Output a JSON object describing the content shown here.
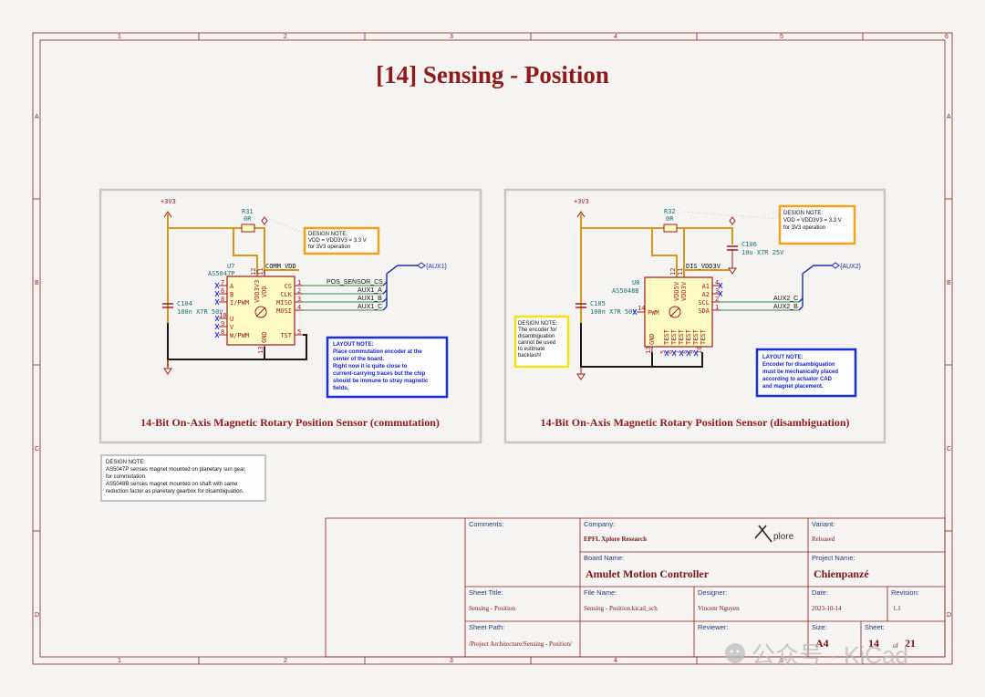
{
  "sheet": {
    "title": "[14] Sensing - Position",
    "col_ticks": [
      "1",
      "2",
      "3",
      "4",
      "5",
      "6"
    ],
    "row_ticks": [
      "A",
      "B",
      "C",
      "D"
    ]
  },
  "left_panel": {
    "caption": "14-Bit On-Axis Magnetic Rotary Position Sensor (commutation)",
    "power": "+3V3",
    "resistor": {
      "ref": "R31",
      "value": "0R"
    },
    "cap": {
      "ref": "C104",
      "value": "100n X7R 50V"
    },
    "net_vdd": "COMM_VDD",
    "ic": {
      "ref": "U7",
      "part": "AS5047P",
      "left_pins": [
        {
          "num": "7",
          "name": "A"
        },
        {
          "num": "6",
          "name": "B"
        },
        {
          "num": "8",
          "name": "I/PWM"
        },
        {
          "num": "10",
          "name": "U"
        },
        {
          "num": "9",
          "name": "V"
        },
        {
          "num": "8",
          "name": "W/PWM"
        }
      ],
      "right_pins": [
        {
          "num": "1",
          "name": "CS"
        },
        {
          "num": "2",
          "name": "CLK"
        },
        {
          "num": "3",
          "name": "MISO"
        },
        {
          "num": "4",
          "name": "MOSI"
        },
        {
          "num": "5",
          "name": "TST"
        }
      ],
      "top_pins": [
        {
          "num": "12",
          "name": "VDD3V3"
        },
        {
          "num": "11",
          "name": "VDD"
        }
      ],
      "bottom_pin": {
        "num": "13",
        "name": "GND"
      }
    },
    "nets": [
      "POS_SENSOR_CS",
      "AUX1_A",
      "AUX1_B",
      "AUX1_C"
    ],
    "hier_label": "{AUX1}",
    "design_note": [
      "DESIGN NOTE:",
      "VDD = VDD3V3 = 3.3 V",
      "for 3V3 operation"
    ],
    "layout_note": [
      "LAYOUT NOTE:",
      "Place commutation encoder at the",
      "center of the board.",
      "Right now it is quite close to",
      "current-carrying traces but the chip",
      "should be immune to stray magnetic",
      "fields."
    ]
  },
  "right_panel": {
    "caption": "14-Bit On-Axis Magnetic Rotary Position Sensor (disambiguation)",
    "power": "+3V3",
    "resistor": {
      "ref": "R32",
      "value": "0R"
    },
    "cap_small": {
      "ref": "C106",
      "value": "10u X7R 25V"
    },
    "cap": {
      "ref": "C105",
      "value": "100n X7R 50V"
    },
    "net_vdd": "DIS_VDD3V",
    "ic": {
      "ref": "U8",
      "part": "AS5048B",
      "left_pins": [
        {
          "num": "14",
          "name": "PWM"
        }
      ],
      "right_pins": [
        {
          "num": "4",
          "name": "A1"
        },
        {
          "num": "3",
          "name": "A2"
        },
        {
          "num": "2",
          "name": "SCL"
        },
        {
          "num": "1",
          "name": "SDA"
        }
      ],
      "top_pins": [
        {
          "num": "12",
          "name": "VDD5V"
        },
        {
          "num": "11",
          "name": "VDD3V"
        }
      ],
      "bottom_pins": [
        {
          "num": "13",
          "name": "GND"
        },
        {
          "num": "5",
          "name": "TEST"
        },
        {
          "num": "6",
          "name": "TEST"
        },
        {
          "num": "7",
          "name": "TEST"
        },
        {
          "num": "8",
          "name": "TEST"
        },
        {
          "num": "9",
          "name": "TEST"
        },
        {
          "num": "10",
          "name": "TEST"
        }
      ]
    },
    "nets": [
      "AUX2_C",
      "AUX2_B"
    ],
    "hier_label": "{AUX2}",
    "design_note": [
      "DESIGN NOTE:",
      "VDD = VDD3V3 = 3.3 V",
      "for 3V3 operation"
    ],
    "backlash_note": [
      "DESIGN NOTE:",
      "The encoder for",
      "disambiguation",
      "cannot be used",
      "to estimate",
      "backlash!"
    ],
    "layout_note": [
      "LAYOUT NOTE:",
      "Encoder for disambiguation",
      "must be mechanically placed",
      "according to actuator CAD",
      "and magnet placement."
    ]
  },
  "bottom_note": [
    "DESIGN NOTE:",
    "AS5047P senses magnet mounted on planetary sun gear,",
    "for commutation.",
    "AS5048B senses magnet mounted on shaft with same",
    "reduction factor as planetary gearbox for disambiguation."
  ],
  "title_block": {
    "comments_label": "Comments:",
    "company_label": "Company:",
    "company": "EPFL Xplore Research",
    "logo_text": "plore",
    "variant_label": "Variant:",
    "variant": "Released",
    "board_label": "Board Name:",
    "board": "Amulet Motion Controller",
    "project_label": "Project Name:",
    "project": "Chienpanzé",
    "sheet_title_label": "Sheet Title:",
    "sheet_title": "Sensing - Position",
    "file_label": "File Name:",
    "file": "Sensing - Position.kicad_sch",
    "designer_label": "Designer:",
    "designer": "Vincent Nguyen",
    "date_label": "Date:",
    "date": "2023-10-14",
    "revision_label": "Revision:",
    "revision": "1.1",
    "path_label": "Sheet Path:",
    "path": "/Project Architecture/Sensing - Position/",
    "reviewer_label": "Reviewer:",
    "size_label": "Size:",
    "size": "A4",
    "sheet_label": "Sheet:",
    "sheet": "14",
    "of": "of",
    "total": "21"
  },
  "watermark": "公众号 · KiCad"
}
